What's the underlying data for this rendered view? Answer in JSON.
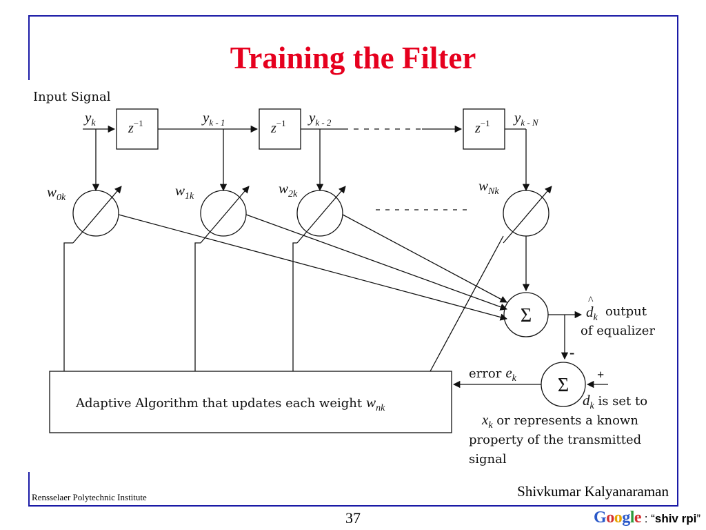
{
  "slide": {
    "title": "Training the Filter",
    "institution": "Rensselaer Polytechnic Institute",
    "author": "Shivkumar Kalyanaraman",
    "page_number": "37",
    "google_logo": [
      "G",
      "o",
      "o",
      "g",
      "l",
      "e"
    ],
    "google_separator": " : “",
    "google_query": "shiv rpi",
    "google_close_quote": "”",
    "colors": {
      "title": "#e6001e",
      "frame": "#1a1aa6",
      "line": "#111111"
    }
  },
  "diagram": {
    "input_label": "Input Signal",
    "delay_label": "z",
    "delay_exp": "−1",
    "taps": [
      {
        "y": "y",
        "y_sub": "k",
        "w": "w",
        "w_sub": "0k"
      },
      {
        "y": "y",
        "y_sub": "k - 1",
        "w": "w",
        "w_sub": "1k"
      },
      {
        "y": "y",
        "y_sub": "k - 2",
        "w": "w",
        "w_sub": "2k"
      },
      {
        "y": "y",
        "y_sub": "k - N",
        "w": "w",
        "w_sub": "Nk"
      }
    ],
    "sum_symbol": "Σ",
    "output": {
      "hat": "^",
      "d": "d",
      "d_sub": "k",
      "line1": "output",
      "line2": "of equalizer"
    },
    "minus_sign": "-",
    "plus_sign": "+",
    "error": {
      "label": "error",
      "e": "e",
      "e_sub": "k"
    },
    "adaptive": {
      "text": "Adaptive Algorithm that updates each weight",
      "w": "w",
      "w_sub": "nk"
    },
    "desired": {
      "d": "d",
      "d_sub": "k",
      "line1": " is set to",
      "x": "x",
      "x_sub": "k",
      "line2": " or represents a known",
      "line3": "property of the transmitted",
      "line4": "signal"
    }
  }
}
